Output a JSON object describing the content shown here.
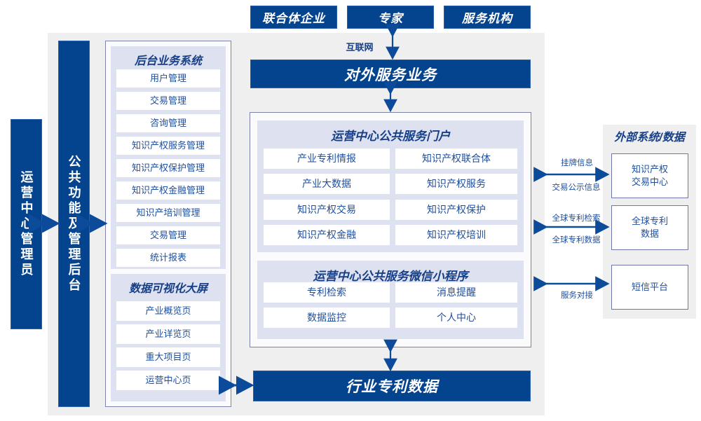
{
  "colors": {
    "navy": "#04448f",
    "panel_grey": "#efefef",
    "lavender": "#dee1ef",
    "frame_border": "#7c83ad",
    "text_blue": "#1f4e9c"
  },
  "top_actors": [
    {
      "label": "联合体企业"
    },
    {
      "label": "专家"
    },
    {
      "label": "服务机构"
    }
  ],
  "network_label": "互联网",
  "external_service_bar": "对外服务业务",
  "left_actor": "运营中心管理员",
  "admin_column": "公共功能及管理后台",
  "backend": {
    "title": "后台业务系统",
    "items": [
      "用户管理",
      "交易管理",
      "咨询管理",
      "知识产权服务管理",
      "知识产权保护管理",
      "知识产权金融管理",
      "知识产培训管理",
      "交易管理",
      "统计报表"
    ]
  },
  "dashboard": {
    "title": "数据可视化大屏",
    "items": [
      "产业概览页",
      "产业详览页",
      "重大项目页",
      "运营中心页"
    ]
  },
  "portal": {
    "title": "运营中心公共服务门户",
    "items": [
      "产业专利情报",
      "知识产权联合体",
      "产业大数据",
      "知识产权服务",
      "知识产权交易",
      "知识产权保护",
      "知识产权金融",
      "知识产权培训"
    ]
  },
  "miniprogram": {
    "title": "运营中心公共服务微信小程序",
    "items": [
      "专利检索",
      "消息提醒",
      "数据监控",
      "个人中心"
    ]
  },
  "bottom_bar": "行业专利数据",
  "external": {
    "title": "外部系统/数据",
    "items": [
      {
        "label": "知识产权\n交易中心"
      },
      {
        "label": "全球专利\n数据"
      },
      {
        "label": "短信平台"
      }
    ],
    "connections": [
      {
        "above": "挂牌信息",
        "below": "交易公示信息"
      },
      {
        "above": "全球专利检索",
        "below": "全球专利数据"
      },
      {
        "above": "",
        "below": "服务对接"
      }
    ]
  }
}
